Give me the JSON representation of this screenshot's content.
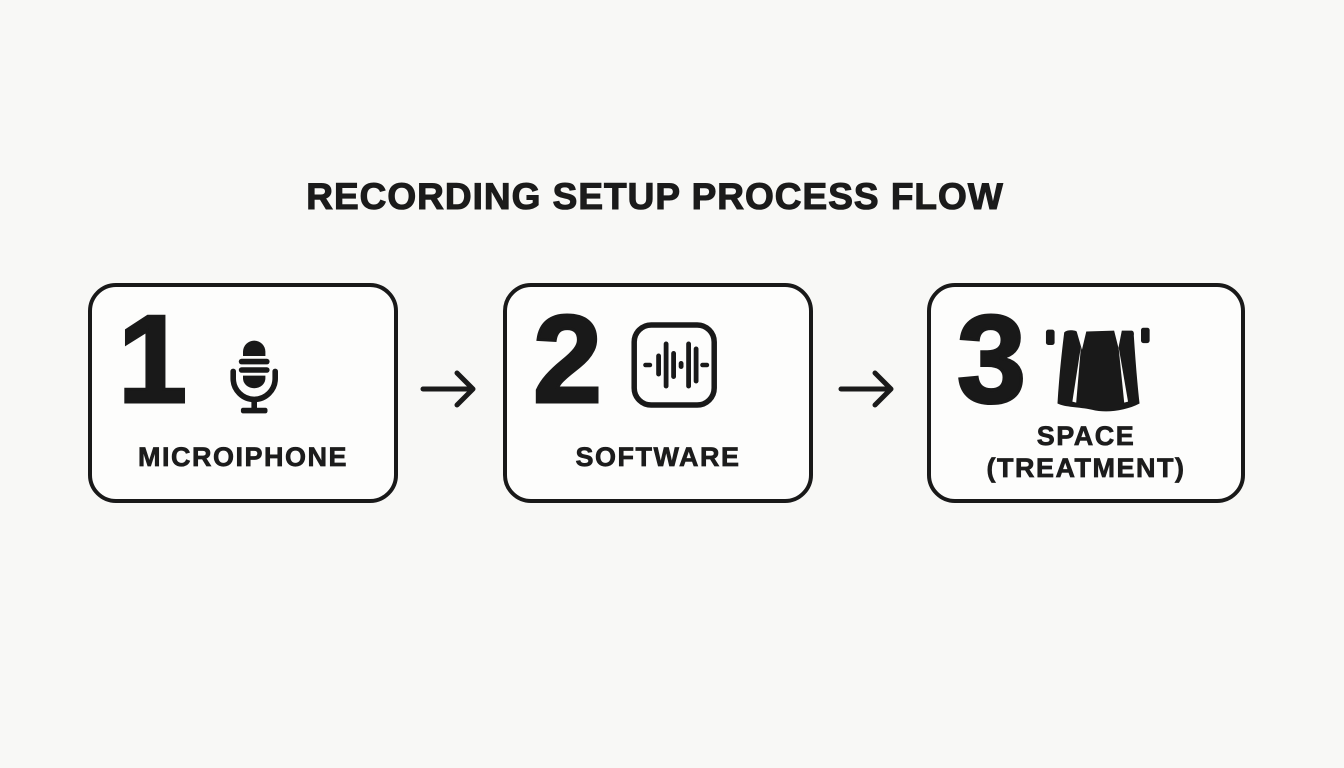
{
  "title": "RECORDING SETUP PROCESS FLOW",
  "colors": {
    "background": "#f8f8f6",
    "box_fill": "#fdfdfc",
    "ink": "#1a1a1a"
  },
  "flow": {
    "connector_icon": "right-arrow-icon",
    "steps": [
      {
        "number": "1",
        "label": "MICROIPHONE",
        "icon": "microphone-icon"
      },
      {
        "number": "2",
        "label": "SOFTWARE",
        "icon": "audio-waveform-icon"
      },
      {
        "number": "3",
        "label": "SPACE",
        "sublabel": "(TREATMENT)",
        "icon": "acoustic-curtain-icon"
      }
    ]
  }
}
